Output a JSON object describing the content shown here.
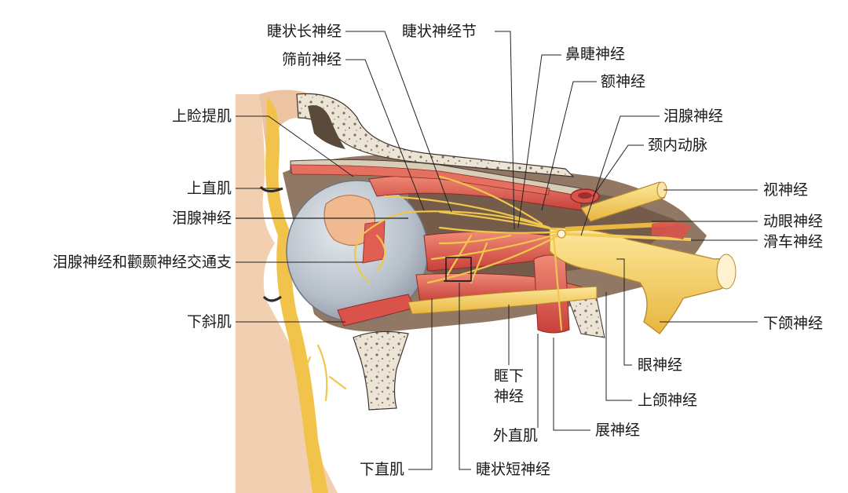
{
  "colors": {
    "muscle": "#d9534a",
    "muscle_light": "#f08b78",
    "nerve": "#f5cf52",
    "nerve_edge": "#c9962e",
    "bone": "#e9e2d3",
    "cavity": "#8a6a50",
    "eyeball": "#b9c2cc",
    "skin": "#f4d3b8",
    "leader": "#222222"
  },
  "labels": {
    "ciliary_long_nerve": "睫状长神经",
    "ciliary_ganglion": "睫状神经节",
    "nasociliary_nerve": "鼻睫神经",
    "ethmoid_anterior_nerve": "筛前神经",
    "frontal_nerve": "额神经",
    "levator_palpebrae": "上睑提肌",
    "lacrimal_nerve_top": "泪腺神经",
    "internal_carotid": "颈内动脉",
    "superior_rectus": "上直肌",
    "optic_nerve": "视神经",
    "lacrimal_nerve_left": "泪腺神经",
    "oculomotor_nerve": "动眼神经",
    "trochlear_nerve": "滑车神经",
    "communicating_branch": "泪腺神经和颧颞神经交通支",
    "inferior_oblique": "下斜肌",
    "mandibular_nerve": "下颌神经",
    "infraorbital_line1": "眶下",
    "infraorbital_line2": "神经",
    "ophthalmic_nerve": "眼神经",
    "maxillary_nerve": "上颌神经",
    "lateral_rectus": "外直肌",
    "abducens_nerve": "展神经",
    "inferior_rectus": "下直肌",
    "ciliary_short_nerve": "睫状短神经"
  }
}
